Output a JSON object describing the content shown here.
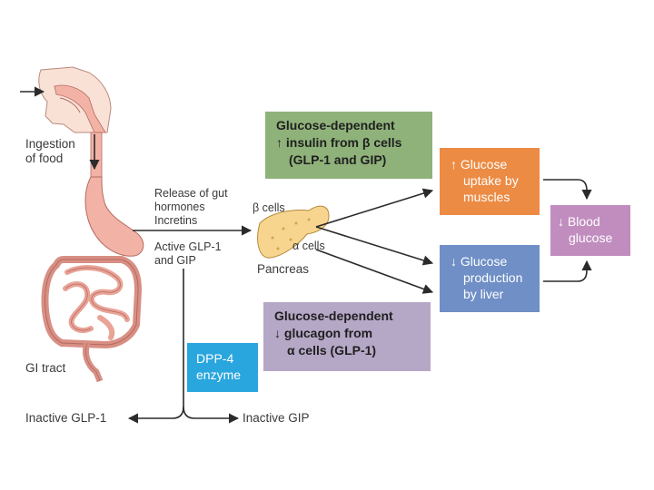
{
  "labels": {
    "ingestion_l1": "Ingestion",
    "ingestion_l2": "of food",
    "gi_tract": "GI tract",
    "release_l1": "Release of gut",
    "release_l2": "hormones",
    "release_l3": "Incretins",
    "active_l1": "Active GLP-1",
    "active_l2": "and GIP",
    "beta_cells": "β cells",
    "alpha_cells": "α cells",
    "pancreas": "Pancreas",
    "inactive_glp1": "Inactive GLP-1",
    "inactive_gip": "Inactive GIP"
  },
  "boxes": {
    "insulin": {
      "line1": "Glucose-dependent",
      "line2_arrow": "↑",
      "line2": "insulin from β cells",
      "line3": "(GLP-1 and GIP)",
      "color": "#8fb27a"
    },
    "glucagon": {
      "line1": "Glucose-dependent",
      "line2_arrow": "↓",
      "line2": "glucagon from",
      "line3": "α cells (GLP-1)",
      "color": "#b5a7c6"
    },
    "uptake": {
      "line1_arrow": "↑",
      "line1": "Glucose",
      "line2": "uptake by",
      "line3": "muscles",
      "color": "#ec8b44"
    },
    "production": {
      "line1_arrow": "↓",
      "line1": "Glucose",
      "line2": "production",
      "line3": "by liver",
      "color": "#6f8fc6"
    },
    "blood": {
      "line1_arrow": "↓",
      "line1": "Blood",
      "line2": "glucose",
      "color": "#c18dbf"
    },
    "dpp4": {
      "line1": "DPP-4",
      "line2": "enzyme",
      "color": "#2aa6de"
    }
  },
  "colors": {
    "anatomy_fill": "#f2b3a6",
    "anatomy_stroke": "#b56a60",
    "pancreas_fill": "#f7d58e",
    "pancreas_stroke": "#b38a3c",
    "arrow": "#2b2b2b"
  }
}
